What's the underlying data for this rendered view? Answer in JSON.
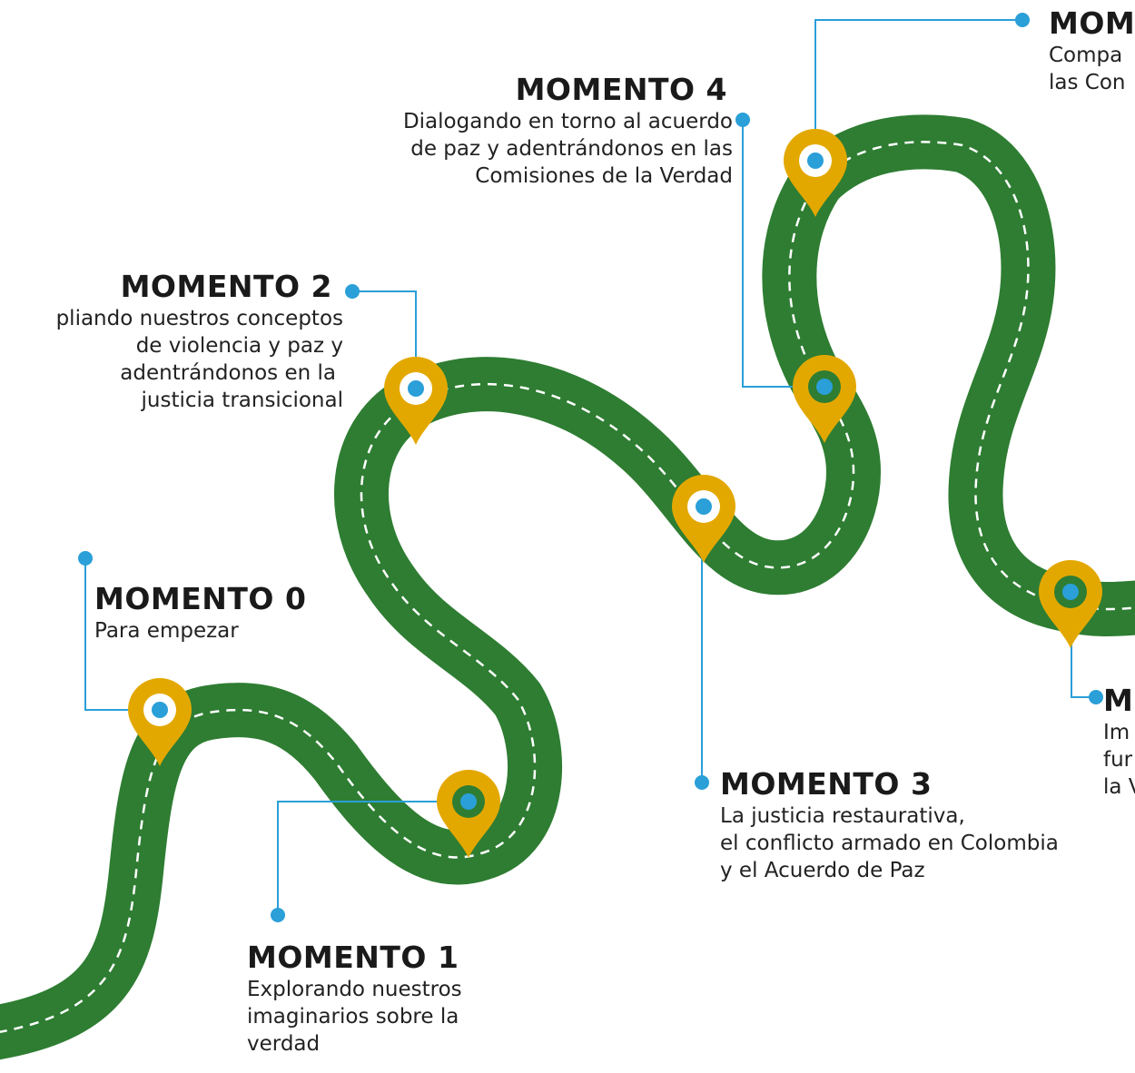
{
  "colors": {
    "road": "#2e7d32",
    "lane": "#ffffff",
    "pin": "#e3a800",
    "connector": "#2a9fd8",
    "text": "#1a1a1a"
  },
  "moments": [
    {
      "title": "MOMENTO 0",
      "lines": [
        "Para empezar"
      ]
    },
    {
      "title": "MOMENTO 1",
      "lines": [
        "Explorando nuestros",
        "imaginarios sobre la",
        "verdad"
      ]
    },
    {
      "title": "MOMENTO 2",
      "lines": [
        "pliando nuestros conceptos",
        "de violencia y paz y",
        "adentrándonos en la",
        "justicia transicional"
      ]
    },
    {
      "title": "MOMENTO 3",
      "lines": [
        "La justicia restaurativa,",
        "el conflicto armado en Colombia",
        "y el Acuerdo de Paz"
      ]
    },
    {
      "title": "MOMENTO 4",
      "lines": [
        "Dialogando en torno al acuerdo",
        "de paz y adentrándonos en las",
        "Comisiones de la Verdad"
      ]
    },
    {
      "title": "MOM",
      "lines": [
        "Compa",
        "las Con"
      ]
    },
    {
      "title": "M",
      "lines": [
        "Im",
        "fur",
        "la V"
      ]
    }
  ],
  "icons": [
    "map-pin-icon"
  ]
}
